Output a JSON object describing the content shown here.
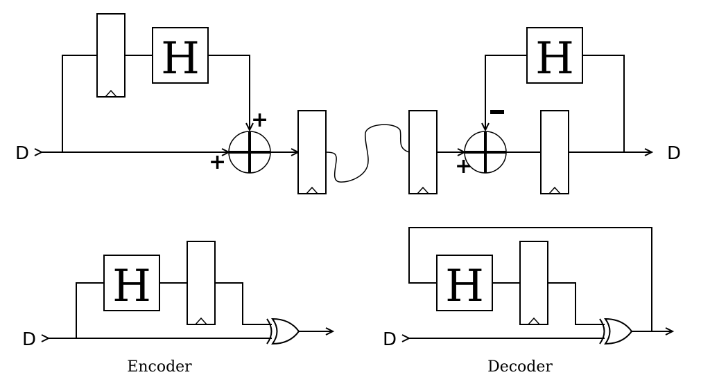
{
  "diagram": {
    "top": {
      "input_label": "D",
      "output_label": "D",
      "encoder_h_label": "H",
      "decoder_h_label": "H",
      "enc_sum_top_sign": "+",
      "enc_sum_left_sign": "+",
      "dec_sum_top_sign": "-",
      "dec_sum_left_sign": "+"
    },
    "encoder": {
      "input_label": "D",
      "h_label": "H",
      "caption": "Encoder"
    },
    "decoder": {
      "input_label": "D",
      "h_label": "H",
      "caption": "Decoder"
    }
  }
}
